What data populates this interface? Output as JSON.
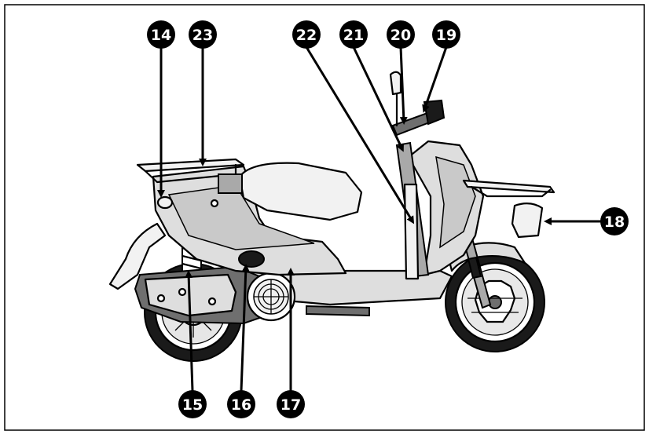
{
  "callouts": {
    "c14": "14",
    "c23": "23",
    "c22": "22",
    "c21": "21",
    "c20": "20",
    "c19": "19",
    "c18": "18",
    "c15": "15",
    "c16": "16",
    "c17": "17"
  }
}
